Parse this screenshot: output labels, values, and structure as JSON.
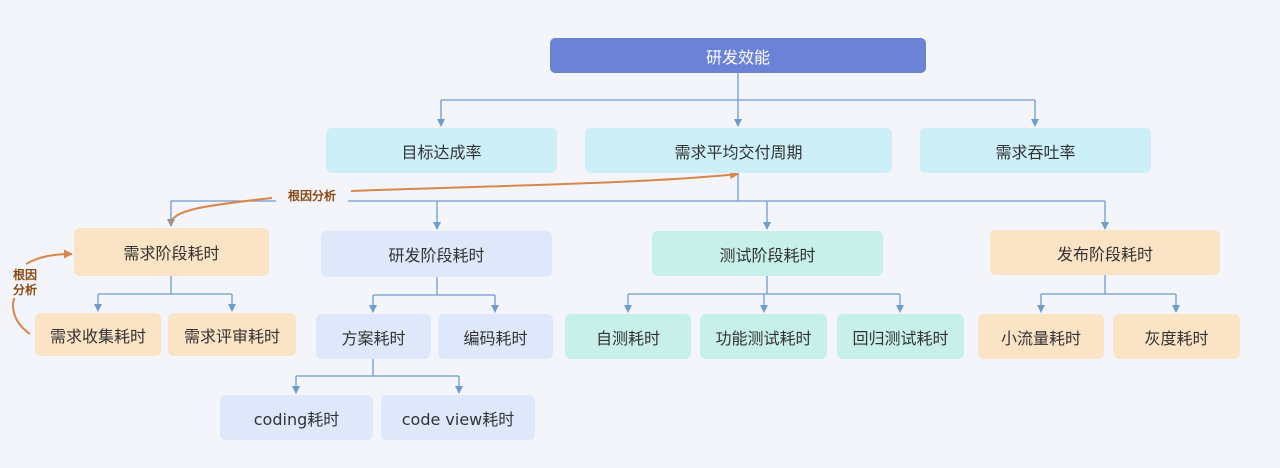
{
  "nodes": {
    "root": "研发效能",
    "goal_rate": "目标达成率",
    "avg_delivery_cycle": "需求平均交付周期",
    "throughput": "需求吞吐率",
    "req_stage": "需求阶段耗时",
    "dev_stage": "研发阶段耗时",
    "test_stage": "测试阶段耗时",
    "release_stage": "发布阶段耗时",
    "req_collect": "需求收集耗时",
    "req_review": "需求评审耗时",
    "plan": "方案耗时",
    "coding_time": "编码耗时",
    "coding": "coding耗时",
    "code_view": "code view耗时",
    "self_test": "自测耗时",
    "func_test": "功能测试耗时",
    "regression_test": "回归测试耗时",
    "small_traffic": "小流量耗时",
    "gray": "灰度耗时"
  },
  "annotations": {
    "root_cause_1": "根因分析",
    "root_cause_2_line1": "根因",
    "root_cause_2_line2": "分析"
  },
  "colors": {
    "root": "#6b82d6",
    "level1": "#cdeff8",
    "requirement": "#fbe3c5",
    "development": "#dee8fa",
    "testing": "#c8f0ea",
    "release": "#fbe3c5",
    "connector": "#6f9ccf",
    "annotation_arrow": "#d9874a"
  }
}
